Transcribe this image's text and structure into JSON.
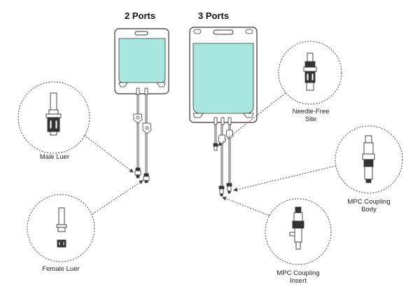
{
  "diagram": {
    "titles": {
      "two_ports": "2 Ports",
      "three_ports": "3 Ports"
    },
    "callouts": {
      "male_luer": "Male Luer",
      "female_luer": "Female Luer",
      "needle_free_line1": "Needle-Free",
      "needle_free_line2": "Site",
      "mpc_body_line1": "MPC Coupling",
      "mpc_body_line2": "Body",
      "mpc_insert_line1": "MPC Coupling",
      "mpc_insert_line2": "Insert"
    },
    "colors": {
      "bag_fill": "#a9e6df",
      "outline": "#333333",
      "dash": "#444444"
    }
  }
}
